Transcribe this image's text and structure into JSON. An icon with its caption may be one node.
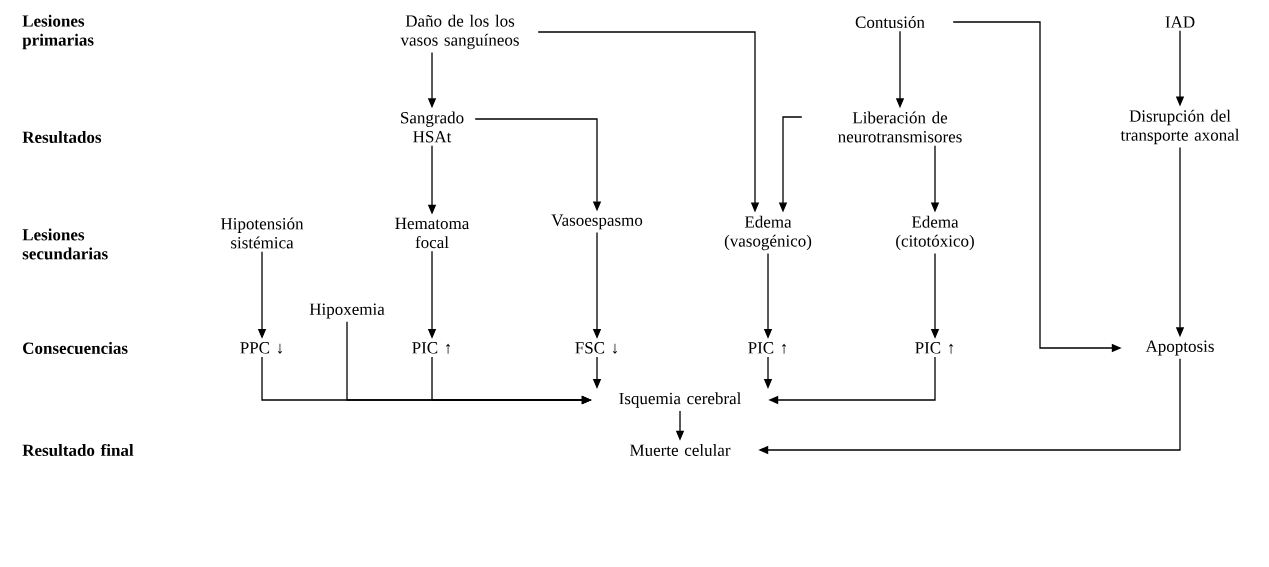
{
  "diagram": {
    "nodes": [
      {
        "text": [
          "Daño de los los vasos sanguíneos"
        ]
      },
      {
        "text": [
          "Contusión"
        ]
      },
      {
        "text": [
          "IAD"
        ]
      },
      {
        "text": [
          "Sangrado HSAt"
        ]
      },
      {
        "text": [
          "Liberación de neurotransmisores"
        ]
      },
      {
        "text": [
          "Disrupción del transporte axonal"
        ]
      },
      {
        "text": [
          "Hipotensión sistémica"
        ]
      },
      {
        "text": [
          "Hematoma focal"
        ]
      },
      {
        "text": [
          "Vasoespasmo"
        ]
      },
      {
        "text": [
          "Edema (vasogénico)"
        ]
      },
      {
        "text": [
          "Edema (citotóxico)"
        ]
      },
      {
        "text": [
          "Hipoxemia"
        ]
      },
      {
        "text": [
          "PPC ↓"
        ]
      },
      {
        "text": [
          "PIC ↑"
        ]
      },
      {
        "text": [
          "FSC ↓"
        ]
      },
      {
        "text": [
          "PIC ↑"
        ]
      },
      {
        "text": [
          "PIC ↑"
        ]
      },
      {
        "text": [
          "Apoptosis"
        ]
      },
      {
        "text": [
          "Isquemia cerebral"
        ]
      },
      {
        "text": [
          "Muerte celular"
        ]
      }
    ],
    "edges": [
      {
        "from": 0,
        "to": 3,
        "arrow": "to"
      },
      {
        "from": 0,
        "to": 9,
        "arrow": "to"
      },
      {
        "from": 1,
        "to": 4,
        "arrow": "to"
      },
      {
        "from": 1,
        "to": 17,
        "arrow": "to"
      },
      {
        "from": 2,
        "to": 5,
        "arrow": "to"
      },
      {
        "from": 3,
        "to": 7,
        "arrow": "to"
      },
      {
        "from": 3,
        "to": 8,
        "arrow": "to"
      },
      {
        "from": 4,
        "to": 9,
        "arrow": "to"
      },
      {
        "from": 4,
        "to": 10,
        "arrow": "to"
      },
      {
        "from": 5,
        "to": 17,
        "arrow": "to"
      },
      {
        "from": 6,
        "to": 12,
        "arrow": "to"
      },
      {
        "from": 7,
        "to": 13,
        "arrow": "to"
      },
      {
        "from": 8,
        "to": 14,
        "arrow": "to"
      },
      {
        "from": 9,
        "to": 15,
        "arrow": "to"
      },
      {
        "from": 10,
        "to": 16,
        "arrow": "to"
      },
      {
        "from": 12,
        "to": 18,
        "arrow": "to"
      },
      {
        "from": 11,
        "to": 18,
        "arrow": "to"
      },
      {
        "from": 13,
        "to": 18,
        "arrow": "to"
      },
      {
        "from": 14,
        "to": 18,
        "arrow": "to"
      },
      {
        "from": 15,
        "to": 18,
        "arrow": "to"
      },
      {
        "from": 16,
        "to": 18,
        "arrow": "to"
      },
      {
        "from": 17,
        "to": 19,
        "arrow": "to"
      },
      {
        "from": 18,
        "to": 19,
        "arrow": "to"
      }
    ],
    "labels": [
      "Lesiones primarias",
      "Resultados",
      "Lesiones secundarias",
      "Consecuencias",
      "Resultado final"
    ]
  }
}
